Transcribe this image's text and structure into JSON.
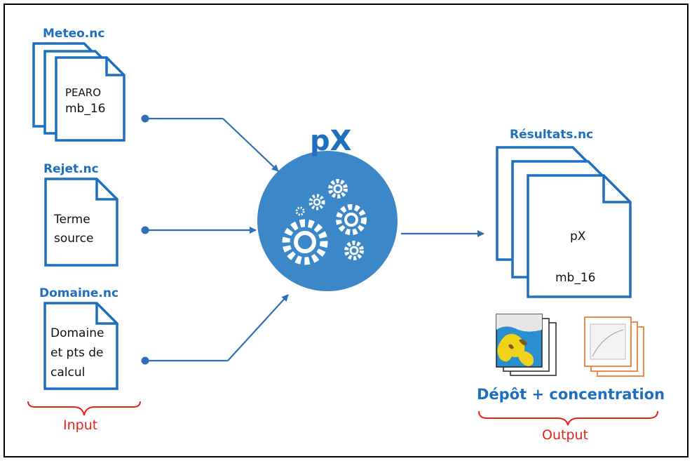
{
  "inputs": {
    "meteo": {
      "filename": "Meteo.nc",
      "line1": "PEARO",
      "line2": "mb_16"
    },
    "rejet": {
      "filename": "Rejet.nc",
      "line1": "Terme",
      "line2": "source"
    },
    "domaine": {
      "filename": "Domaine.nc",
      "line1": "Domaine",
      "line2": "et pts de",
      "line3": "calcul"
    },
    "label": "Input"
  },
  "model": {
    "name": "pX",
    "icon": "gears-icon",
    "color": "#3b87c7"
  },
  "outputs": {
    "resultats": {
      "filename": "Résultats.nc",
      "line1": "pX",
      "line2": "mb_16"
    },
    "caption": "Dépôt + concentration",
    "label": "Output"
  },
  "colors": {
    "accent": "#1f6fbf",
    "brace": "#e3231b",
    "arrow": "#2e6fb7",
    "thumb_border": "#f08a4b"
  }
}
